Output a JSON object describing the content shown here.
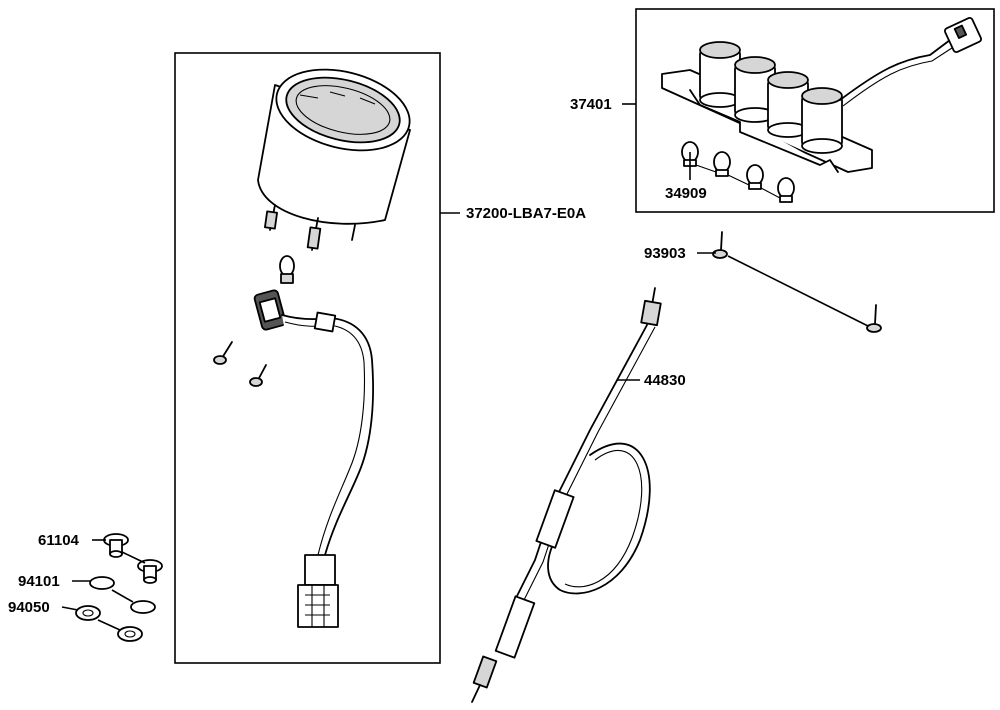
{
  "callouts": {
    "p37401": "37401",
    "p34909": "34909",
    "p37200": "37200-LBA7-E0A",
    "p93903": "93903",
    "p44830": "44830",
    "p61104": "61104",
    "p94101": "94101",
    "p94050": "94050"
  }
}
